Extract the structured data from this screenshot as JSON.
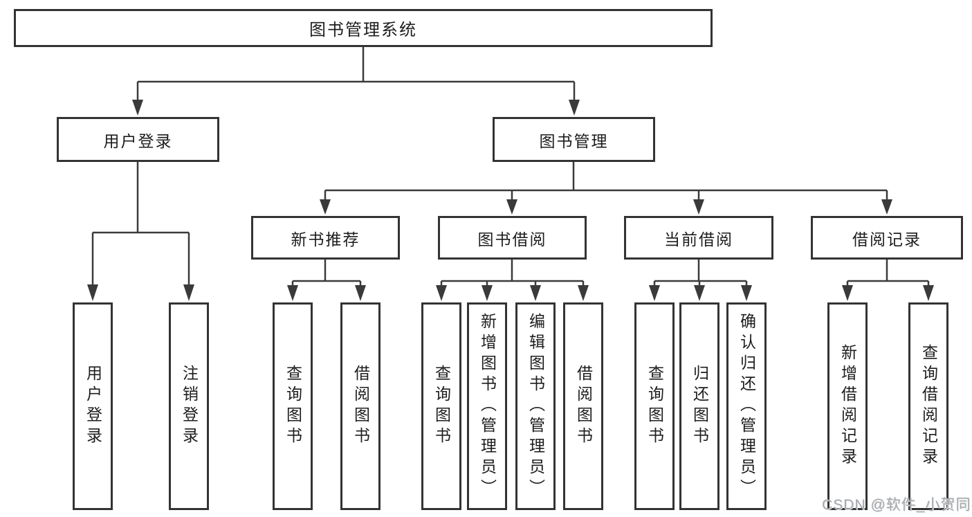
{
  "diagram": {
    "type": "hierarchy-tree",
    "tree": {
      "root": {
        "label": "图书管理系统"
      },
      "branches": [
        {
          "label": "用户登录",
          "children": [
            {
              "label": "用户登录"
            },
            {
              "label": "注销登录"
            }
          ]
        },
        {
          "label": "图书管理",
          "children": [
            {
              "label": "新书推荐",
              "children": [
                {
                  "label": "查询图书"
                },
                {
                  "label": "借阅图书"
                }
              ]
            },
            {
              "label": "图书借阅",
              "children": [
                {
                  "label": "查询图书"
                },
                {
                  "label": "新增图书（管理员）"
                },
                {
                  "label": "编辑图书（管理员）"
                },
                {
                  "label": "借阅图书"
                }
              ]
            },
            {
              "label": "当前借阅",
              "children": [
                {
                  "label": "查询图书"
                },
                {
                  "label": "归还图书"
                },
                {
                  "label": "确认归还（管理员）"
                }
              ]
            },
            {
              "label": "借阅记录",
              "children": [
                {
                  "label": "新增借阅记录"
                },
                {
                  "label": "查询借阅记录"
                }
              ]
            }
          ]
        }
      ]
    },
    "colors": {
      "line": "#3a3a3a",
      "box_border": "#333333",
      "text": "#1d1d1f",
      "background": "#ffffff",
      "watermark": "#a6a9ad"
    }
  },
  "watermark": {
    "text": "CSDN @软件_小贺同学"
  }
}
